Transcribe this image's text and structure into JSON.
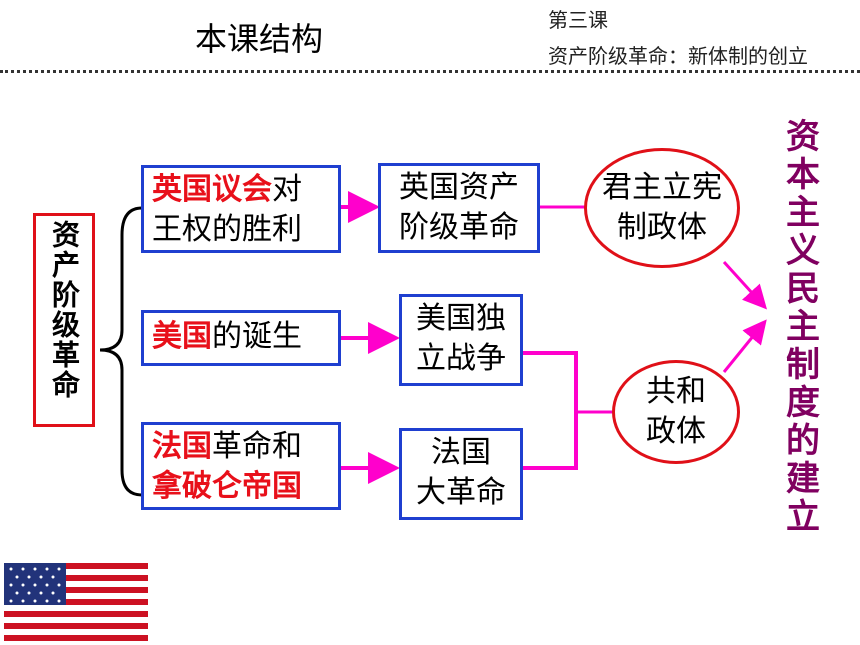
{
  "header": {
    "title": "本课结构",
    "lesson_number": "第三课",
    "lesson_title": "资产阶级革命：新体制的创立"
  },
  "diagram": {
    "root": "资产阶级革命",
    "events": [
      {
        "highlight": "英国议会",
        "rest": "对",
        "line2": "王权的胜利"
      },
      {
        "highlight": "美国",
        "rest": "的诞生"
      },
      {
        "highlight": "法国",
        "rest": "革命和",
        "line2_highlight": "拿破仑帝国"
      }
    ],
    "revolutions": [
      {
        "line1": "英国资产",
        "line2": "阶级革命"
      },
      {
        "line1": "美国独",
        "line2": "立战争"
      },
      {
        "line1": "法国",
        "line2": "大革命"
      }
    ],
    "systems": [
      {
        "line1": "君主立宪",
        "line2": "制政体"
      },
      {
        "line1": "共和",
        "line2": "政体"
      }
    ],
    "result": "资本主义民主制度的建立",
    "colors": {
      "box_border": "#1f3fd0",
      "highlight": "#e8101a",
      "arrow": "#ff00cc",
      "result": "#800060"
    }
  },
  "images": [
    {
      "icon": "us-flag-icon"
    }
  ]
}
